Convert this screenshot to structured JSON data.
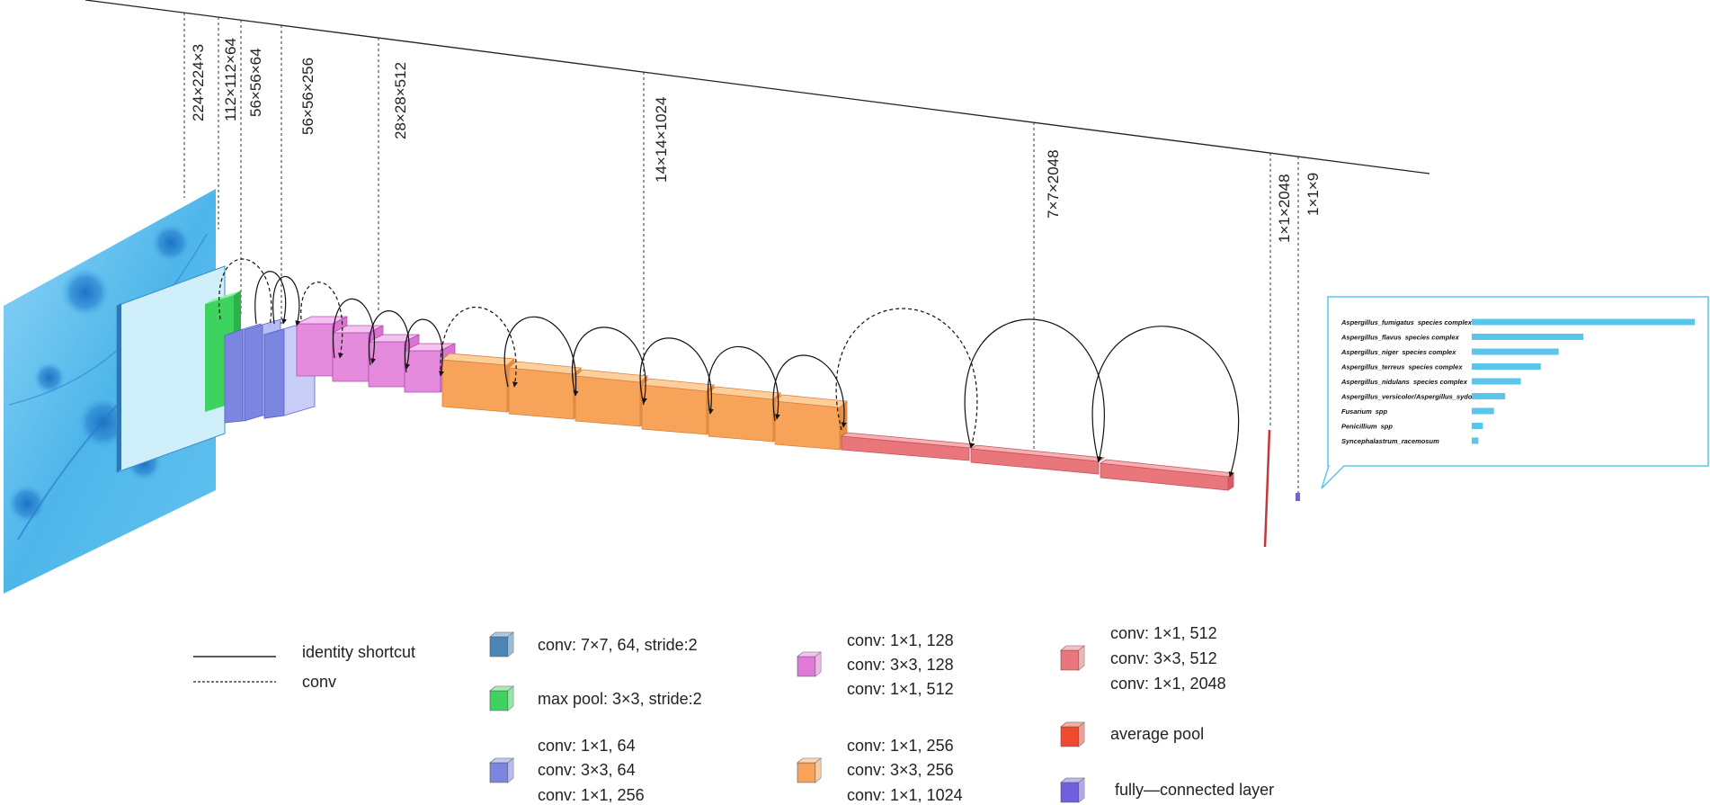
{
  "dimension_labels": [
    "224×224×3",
    "112×112×64",
    "56×56×64",
    "56×56×256",
    "28×28×512",
    "14×14×1024",
    "7×7×2048",
    "1×1×2048",
    "1×1×9"
  ],
  "legend": {
    "shortcut": [
      {
        "label": "identity shortcut",
        "style": "solid"
      },
      {
        "label": "conv",
        "style": "dashed"
      }
    ],
    "blocks": [
      {
        "lines": [
          "conv:  7×7,  64,  stride:2"
        ],
        "color": "#4a86b8"
      },
      {
        "lines": [
          "max pool:   3×3,  stride:2"
        ],
        "color": "#3ed35f"
      },
      {
        "lines": [
          "conv:   1×1,  64",
          "conv:   3×3,  64",
          "conv:   1×1,  256"
        ],
        "color": "#7a86e0"
      },
      {
        "lines": [
          "conv:   1×1,  128",
          "conv:   3×3,  128",
          "conv:   1×1,  512"
        ],
        "color": "#e07ad8"
      },
      {
        "lines": [
          "conv:   1×1,  256",
          "conv:   3×3,  256",
          "conv:   1×1,  1024"
        ],
        "color": "#f7a35a"
      },
      {
        "lines": [
          "conv:   1×1,  512",
          "conv:   3×3,  512",
          "conv:   1×1,  2048"
        ],
        "color": "#e8767a"
      },
      {
        "lines": [
          "average pool"
        ],
        "color": "#f04a2e"
      },
      {
        "lines": [
          "fully—connected layer"
        ],
        "color": "#7060e0"
      }
    ]
  },
  "output": {
    "classes": [
      {
        "name": "Aspergillus_fumigatus",
        "suffix": "species complex",
        "value": 1.0
      },
      {
        "name": "Aspergillus_flavus",
        "suffix": "species complex",
        "value": 0.5
      },
      {
        "name": "Aspergillus_niger",
        "suffix": "species complex",
        "value": 0.39
      },
      {
        "name": "Aspergillus_terreus",
        "suffix": "species complex",
        "value": 0.31
      },
      {
        "name": "Aspergillus_nidulans",
        "suffix": "species complex",
        "value": 0.22
      },
      {
        "name": "Aspergillus_versicolor/Aspergillus_sydowii",
        "suffix": "",
        "value": 0.15
      },
      {
        "name": "Fusarium",
        "suffix": "spp",
        "value": 0.1
      },
      {
        "name": "Penicillium",
        "suffix": "spp",
        "value": 0.05
      },
      {
        "name": "Syncephalastrum_racemosum",
        "suffix": "",
        "value": 0.03
      }
    ],
    "bar_color": "#5bc6ec",
    "border_color": "#5bc6ec"
  },
  "colors": {
    "input_image": "#4fb6ea",
    "conv1": "#3ed35f",
    "stage1": "#7a86e0",
    "stage2": "#e07ad8",
    "stage3": "#f7a35a",
    "stage4": "#e8767a",
    "avgpool": "#c0393b",
    "fc": "#7060e0"
  }
}
